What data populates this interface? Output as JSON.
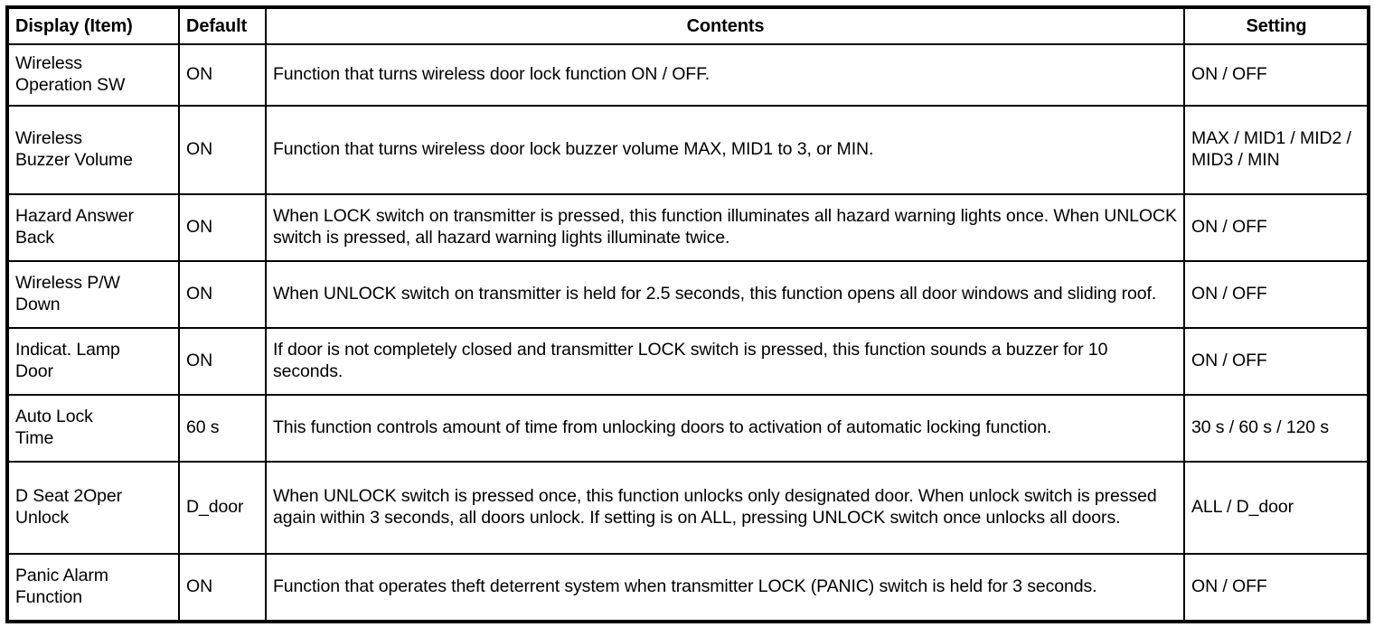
{
  "table": {
    "columns": [
      {
        "key": "item",
        "label": "Display (Item)",
        "align": "left"
      },
      {
        "key": "default",
        "label": "Default",
        "align": "left"
      },
      {
        "key": "content",
        "label": "Contents",
        "align": "center"
      },
      {
        "key": "setting",
        "label": "Setting",
        "align": "center"
      }
    ],
    "rows": [
      {
        "item": "Wireless\nOperation SW",
        "default": "ON",
        "content": "Function that turns wireless door lock function ON / OFF.",
        "setting": "ON / OFF"
      },
      {
        "item": "Wireless\nBuzzer Volume",
        "default": "ON",
        "content": "Function that turns wireless door lock buzzer volume MAX, MID1 to 3, or MIN.",
        "setting": "MAX / MID1 / MID2 / MID3 / MIN"
      },
      {
        "item": "Hazard Answer\nBack",
        "default": "ON",
        "content": "When LOCK switch on transmitter is pressed, this function illuminates all hazard warning lights once. When UNLOCK switch is pressed, all hazard warning lights illuminate twice.",
        "setting": "ON / OFF"
      },
      {
        "item": "Wireless P/W\nDown",
        "default": "ON",
        "content": "When UNLOCK switch on transmitter is held for 2.5 seconds, this function opens all door windows and sliding roof.",
        "setting": "ON / OFF"
      },
      {
        "item": "Indicat. Lamp\nDoor",
        "default": "ON",
        "content": "If door is not completely closed and transmitter LOCK switch is pressed, this function sounds a buzzer for 10 seconds.",
        "setting": "ON / OFF"
      },
      {
        "item": "Auto Lock\nTime",
        "default": "60 s",
        "content": "This function controls amount of time from unlocking doors to activation of automatic locking function.",
        "setting": "30 s / 60 s / 120 s"
      },
      {
        "item": "D Seat 2Oper\nUnlock",
        "default": "D_door",
        "content": "When UNLOCK switch is pressed once, this function unlocks only designated door. When unlock switch is pressed again within 3 seconds, all doors unlock. If setting is on ALL, pressing UNLOCK switch once unlocks all doors.",
        "setting": "ALL / D_door"
      },
      {
        "item": "Panic Alarm\nFunction",
        "default": "ON",
        "content": "Function that operates theft deterrent system when transmitter LOCK (PANIC) switch is held for 3 seconds.",
        "setting": "ON / OFF"
      }
    ]
  },
  "colors": {
    "border": "#000000",
    "text": "#000000",
    "background": "#ffffff"
  }
}
